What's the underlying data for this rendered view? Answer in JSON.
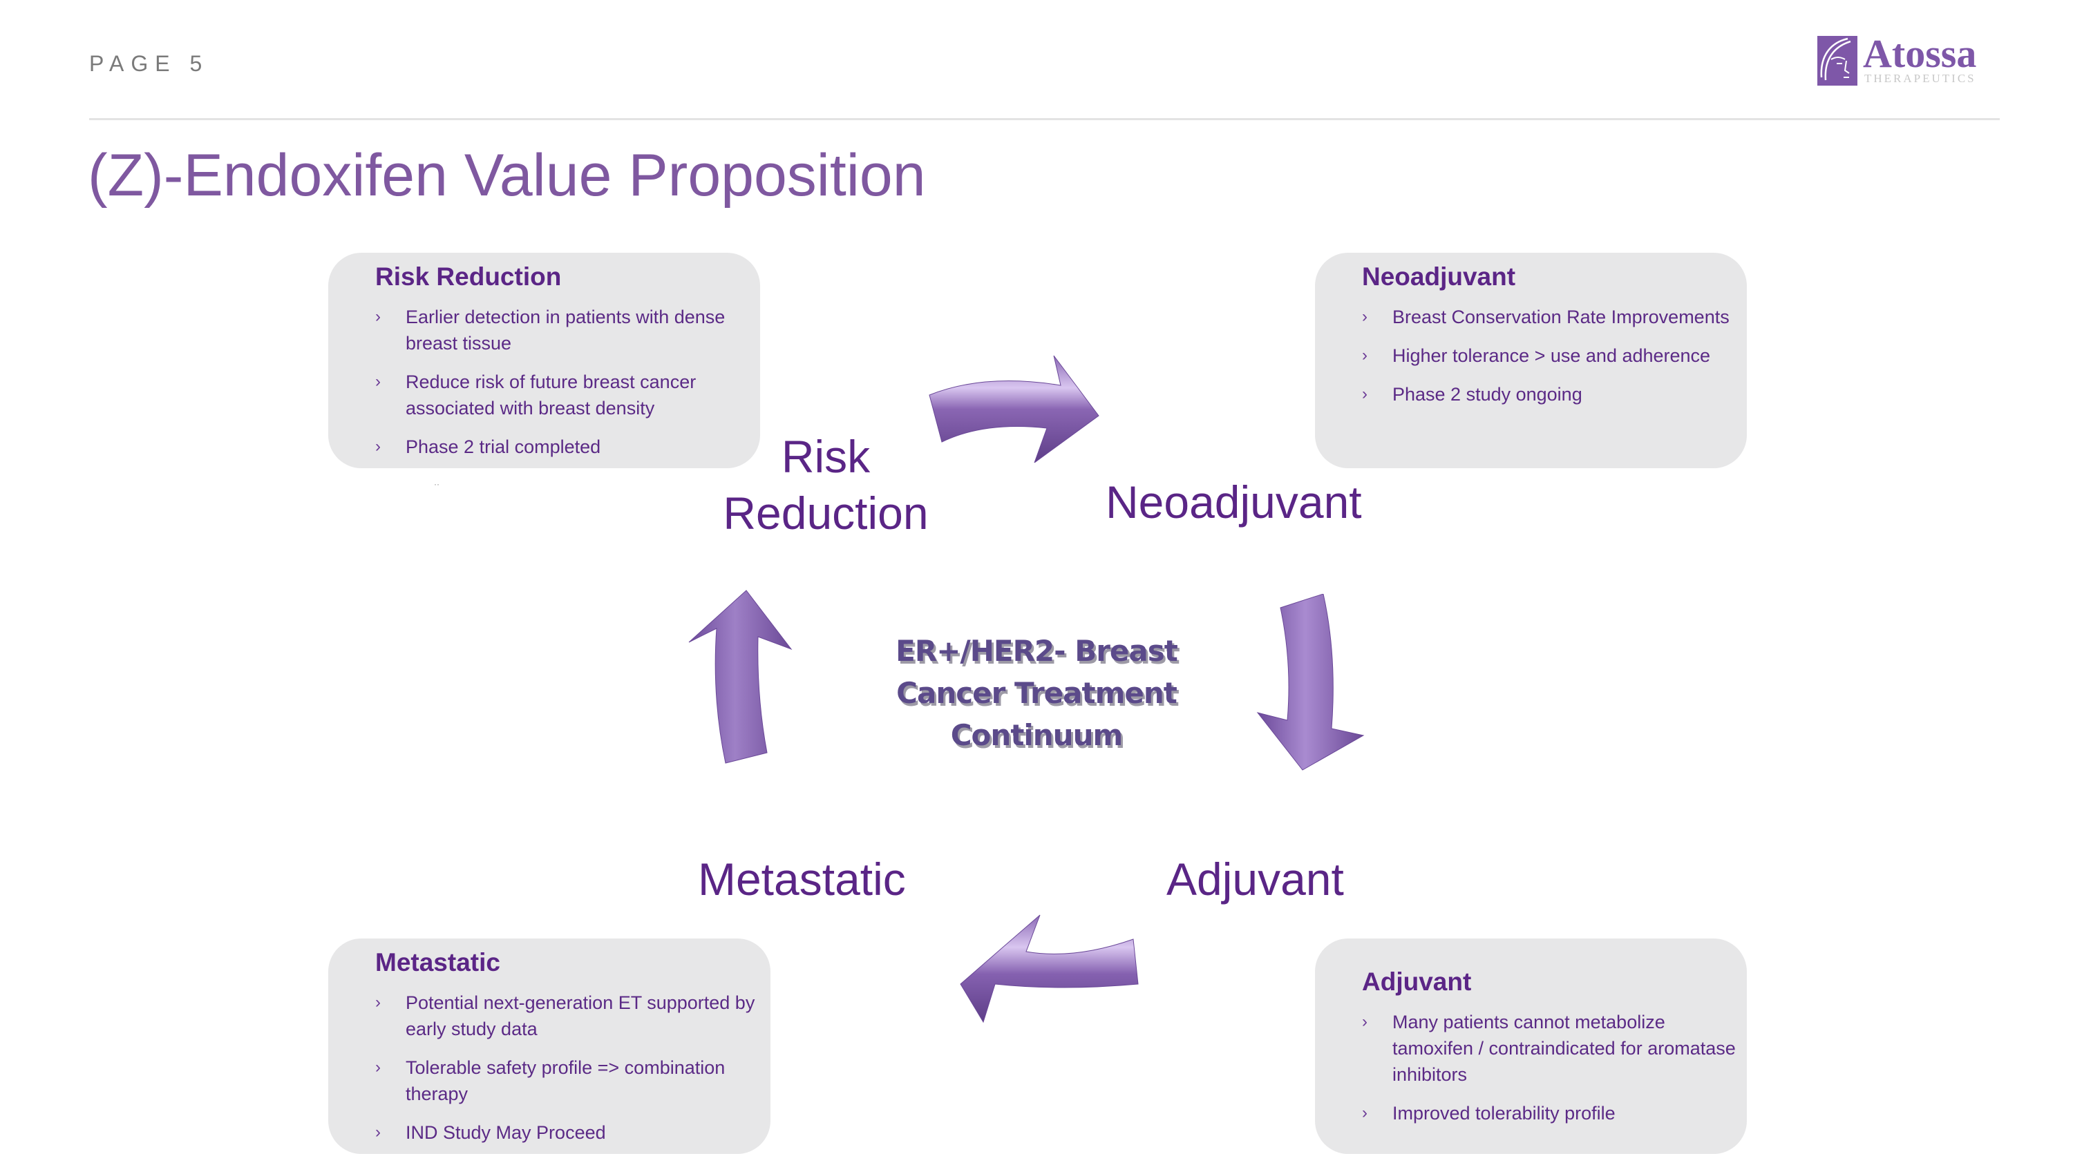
{
  "header": {
    "page_label": "PAGE 5",
    "logo": {
      "wordmark": "Atossa",
      "subtitle": "THERAPEUTICS",
      "icon": "face-profile-icon",
      "brand_color": "#7e57a8"
    }
  },
  "title": "(Z)-Endoxifen Value Proposition",
  "center": {
    "lines": [
      "ER+/HER2- Breast",
      "Cancer Treatment",
      "Continuum"
    ]
  },
  "stages": {
    "risk": [
      "Risk",
      "Reduction"
    ],
    "neoadjuvant": "Neoadjuvant",
    "adjuvant": "Adjuvant",
    "metastatic": "Metastatic"
  },
  "arrows": [
    {
      "from": "Risk Reduction",
      "to": "Neoadjuvant",
      "direction": "right"
    },
    {
      "from": "Neoadjuvant",
      "to": "Adjuvant",
      "direction": "down"
    },
    {
      "from": "Adjuvant",
      "to": "Metastatic",
      "direction": "left"
    },
    {
      "from": "Metastatic",
      "to": "Risk Reduction",
      "direction": "up"
    }
  ],
  "cards": {
    "risk": {
      "title": "Risk Reduction",
      "bullets": [
        "Earlier detection in patients with dense breast tissue",
        "Reduce risk of future breast cancer associated with breast density",
        "Phase 2 trial completed"
      ]
    },
    "neoadjuvant": {
      "title": "Neoadjuvant",
      "bullets": [
        "Breast Conservation Rate Improvements",
        "Higher tolerance > use and adherence",
        "Phase 2 study ongoing"
      ]
    },
    "metastatic": {
      "title": "Metastatic",
      "bullets": [
        "Potential next-generation ET supported by early study data",
        "Tolerable safety profile => combination therapy",
        "IND Study May Proceed"
      ]
    },
    "adjuvant": {
      "title": "Adjuvant",
      "bullets": [
        "Many patients cannot metabolize tamoxifen / contraindicated for aromatase inhibitors",
        "Improved tolerability profile"
      ]
    }
  },
  "bullet_glyph": "›",
  "colors": {
    "title": "#7f58a0",
    "stage_text": "#5a2586",
    "card_bg": "#e7e7e8",
    "arrow": "#7d58a8"
  }
}
